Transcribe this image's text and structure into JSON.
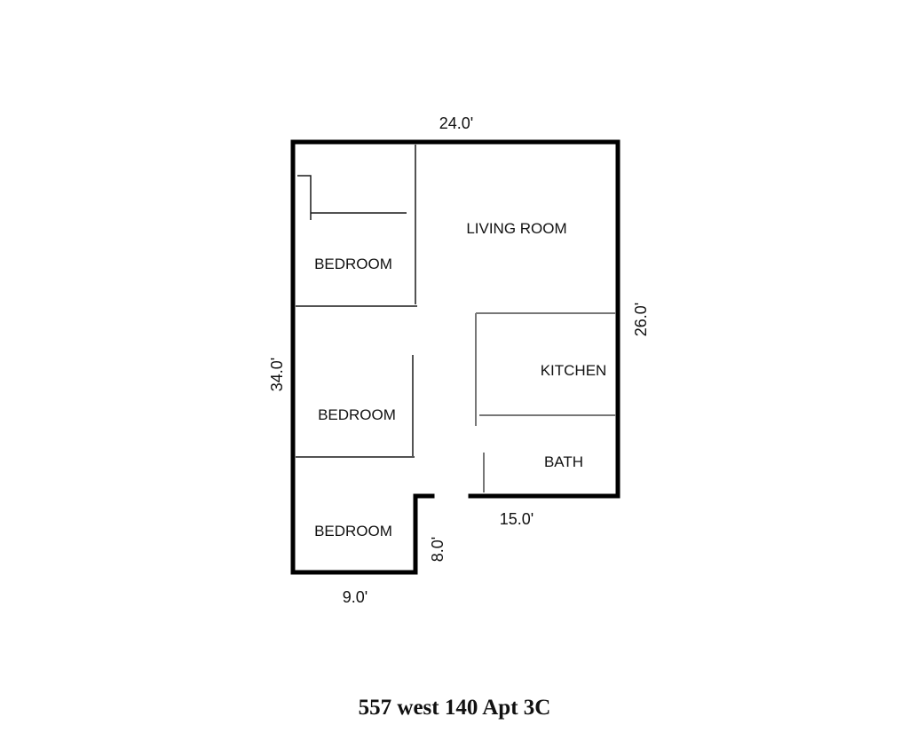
{
  "rooms": {
    "living_room": "LIVING ROOM",
    "bedroom_top": "BEDROOM",
    "bedroom_middle": "BEDROOM",
    "bedroom_bottom": "BEDROOM",
    "kitchen": "KITCHEN",
    "bath": "BATH"
  },
  "dimensions": {
    "top_width": "24.0'",
    "left_height": "34.0'",
    "right_height": "26.0'",
    "bottom_right_width": "15.0'",
    "bottom_left_width": "9.0'",
    "notch_height": "8.0'"
  },
  "caption": "557 west 140 Apt 3C"
}
